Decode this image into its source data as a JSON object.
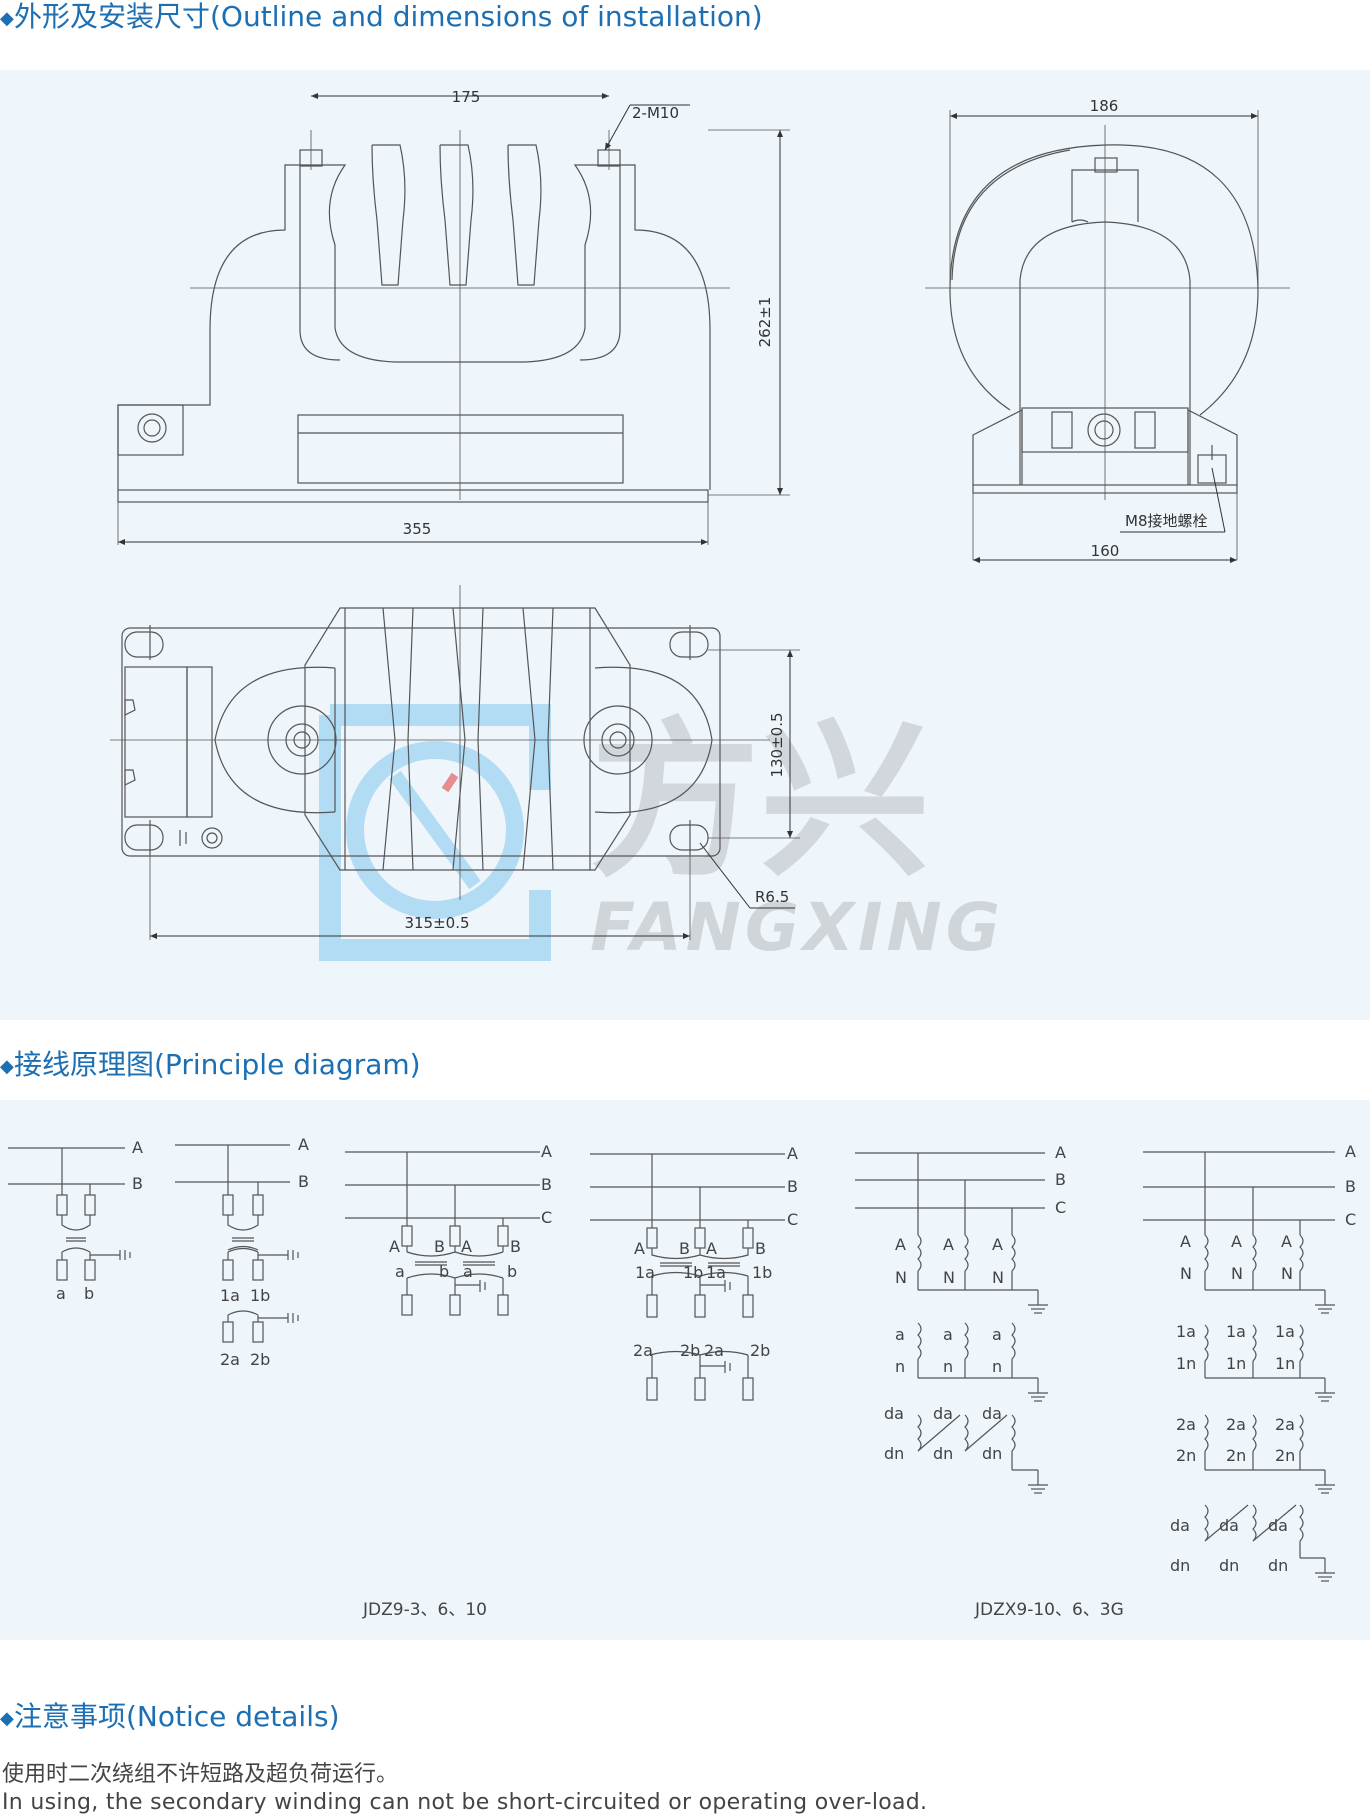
{
  "sections": {
    "outline_title": "外形及安装尺寸(Outline and dimensions of installation)",
    "principle_title": "接线原理图(Principle diagram)",
    "notice_title": "注意事项(Notice details)"
  },
  "bullet": "◆",
  "outline": {
    "dims": {
      "d175": "175",
      "d2m10": "2-M10",
      "d262": "262±1",
      "d355": "355",
      "d186": "186",
      "d160": "160",
      "m8": "M8接地螺栓",
      "d130": "130±0.5",
      "r65": "R6.5",
      "d315": "315±0.5"
    },
    "watermark": {
      "cn": "方兴",
      "en": "FANGXING"
    }
  },
  "principle": {
    "phase_labels": [
      "A",
      "B",
      "C"
    ],
    "d1": {
      "a": "a",
      "b": "b"
    },
    "d2": {
      "a1": "1a",
      "b1": "1b",
      "a2": "2a",
      "b2": "2b"
    },
    "d3": {
      "A": "A",
      "B": "B",
      "a": "a",
      "b": "b"
    },
    "d4": {
      "A": "A",
      "B": "B",
      "a1": "1a",
      "b1": "1b",
      "a2": "2a",
      "b2": "2b"
    },
    "d5": {
      "A": "A",
      "N": "N",
      "a": "a",
      "n": "n",
      "da": "da",
      "dn": "dn"
    },
    "d6": {
      "A": "A",
      "N": "N",
      "a1": "1a",
      "n1": "1n",
      "a2": "2a",
      "n2": "2n",
      "da": "da",
      "dn": "dn"
    },
    "caption_left": "JDZ9-3、6、10",
    "caption_right": "JDZX9-10、6、3G"
  },
  "notice": {
    "cn": "使用时二次绕组不许短路及超负荷运行。",
    "en": "In using, the secondary winding can not be short-circuited or operating over-load."
  },
  "colors": {
    "title": "#1d6fb3",
    "panel": "#eef5fb",
    "line": "#555555",
    "watermark_blue": "#9fd3f2",
    "watermark_grey": "#c9ced3"
  }
}
